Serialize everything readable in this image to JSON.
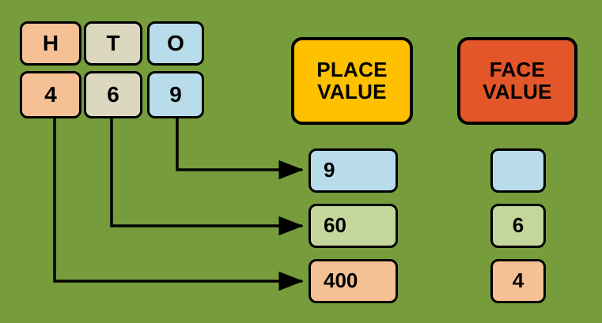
{
  "background_color": "#769C3C",
  "palette": {
    "peach": "#F5C093",
    "tan": "#DCD8C0",
    "blue": "#B8DCEA",
    "green": "#C3D79B",
    "yellow": "#FFC000",
    "red_orange": "#E2562A",
    "outline": "#000000"
  },
  "number_chart": {
    "column_headers": [
      {
        "label": "H",
        "color": "#F5C093"
      },
      {
        "label": "T",
        "color": "#DCD8C0"
      },
      {
        "label": "O",
        "color": "#B8DCEA"
      }
    ],
    "digits": [
      {
        "label": "4",
        "color": "#F5C093"
      },
      {
        "label": "6",
        "color": "#DCD8C0"
      },
      {
        "label": "9",
        "color": "#B8DCEA"
      }
    ]
  },
  "place_value": {
    "heading_line1": "PLACE",
    "heading_line2": "VALUE",
    "heading_color": "#FFC000",
    "values": [
      {
        "label": "9",
        "color": "#B8DCEA"
      },
      {
        "label": "60",
        "color": "#C3D79B"
      },
      {
        "label": "400",
        "color": "#F5C093"
      }
    ]
  },
  "face_value": {
    "heading_line1": "FACE",
    "heading_line2": "VALUE",
    "heading_color": "#E2562A",
    "values": [
      {
        "label": "",
        "color": "#B8DCEA"
      },
      {
        "label": "6",
        "color": "#C3D79B"
      },
      {
        "label": "4",
        "color": "#F5C093"
      }
    ]
  }
}
